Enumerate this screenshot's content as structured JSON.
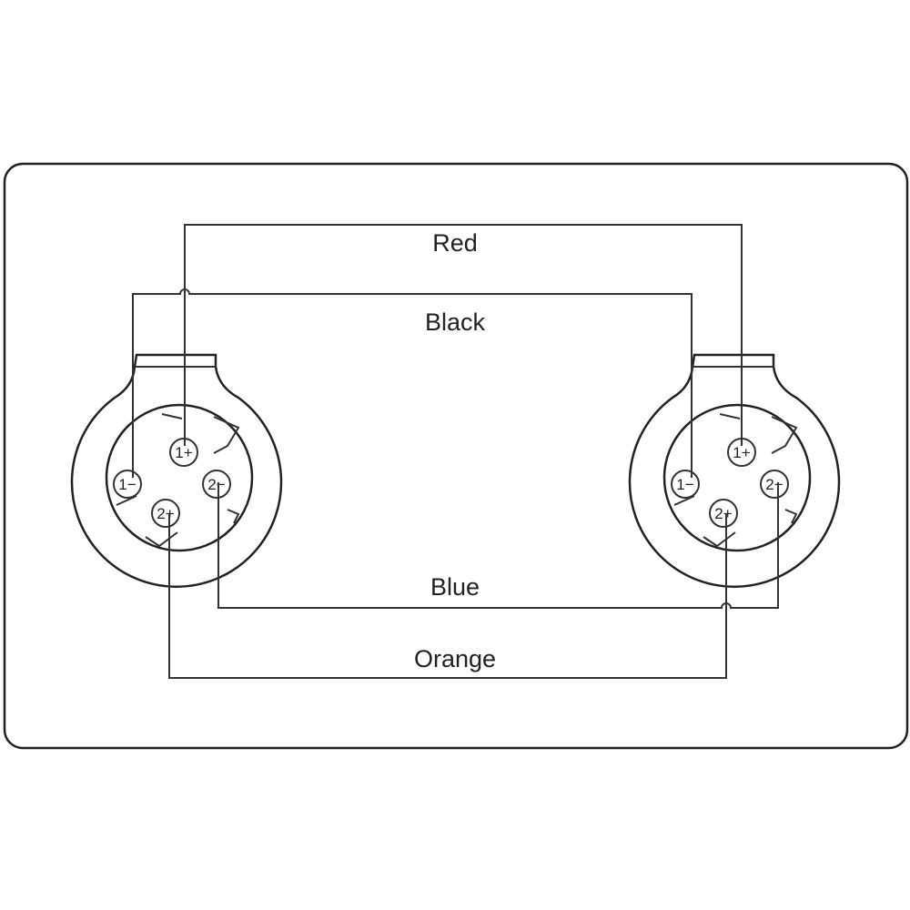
{
  "wires": {
    "red": "Red",
    "black": "Black",
    "blue": "Blue",
    "orange": "Orange"
  },
  "pins": {
    "p1_plus": "1+",
    "p1_minus": "1−",
    "p2_plus": "2+",
    "p2_minus": "2−"
  }
}
